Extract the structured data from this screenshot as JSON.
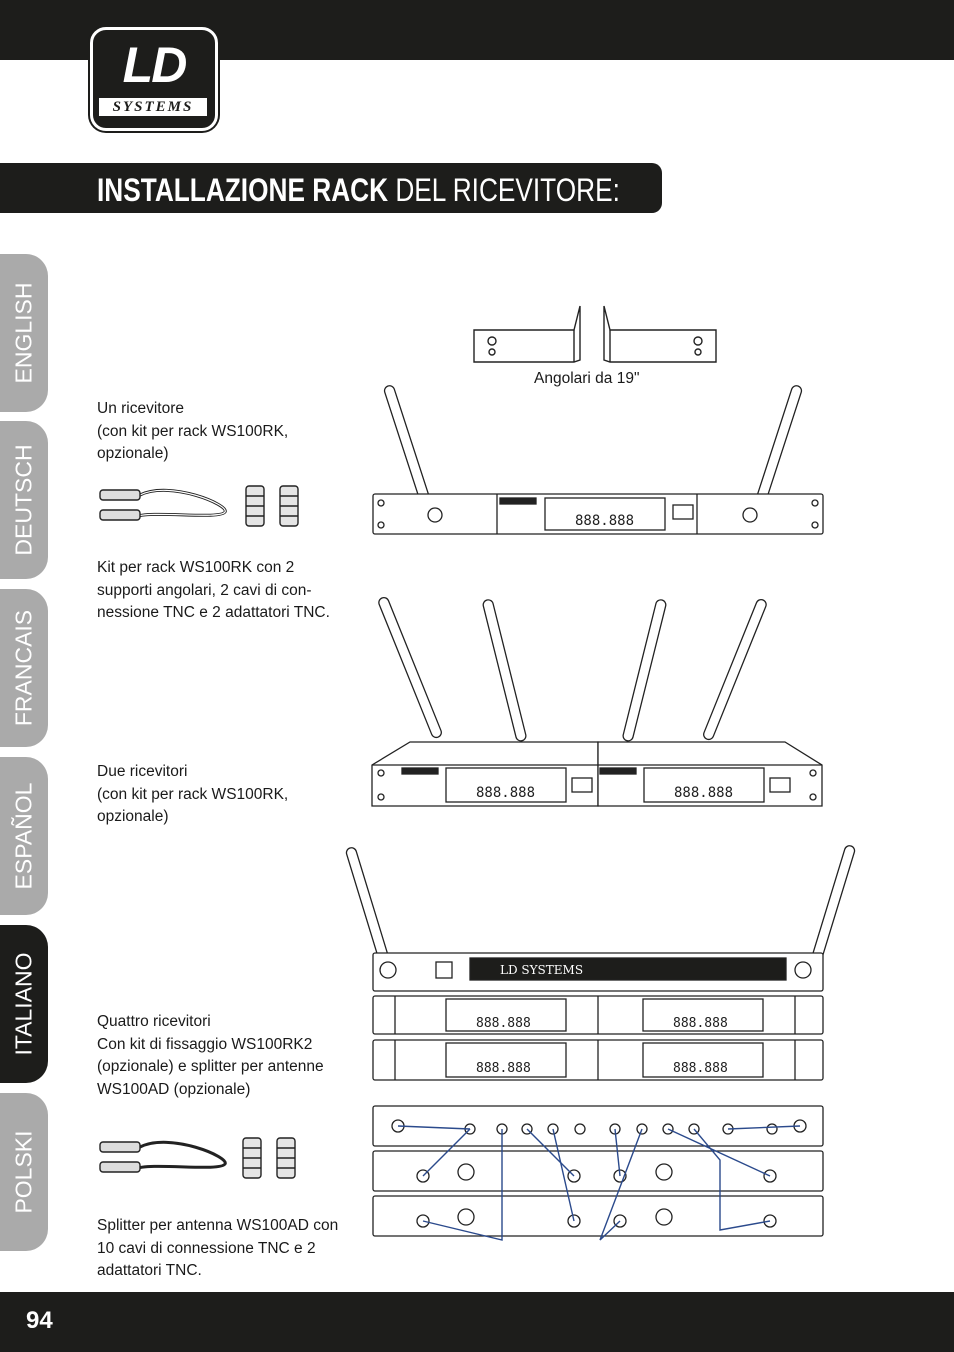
{
  "brand": {
    "logo_main": "LD",
    "logo_sub": "SYSTEMS"
  },
  "title": {
    "bold": "INSTALLAZIONE RACK",
    "light": "DEL RICEVITORE:"
  },
  "tabs": [
    {
      "label": "ENGLISH",
      "active": false
    },
    {
      "label": "DEUTSCH",
      "active": false
    },
    {
      "label": "FRANCAIS",
      "active": false
    },
    {
      "label": "ESPAÑOL",
      "active": false
    },
    {
      "label": "ITALIANO",
      "active": true
    },
    {
      "label": "POLSKI",
      "active": false
    }
  ],
  "figures": {
    "brackets_caption": "Angolari da 19\""
  },
  "sections": {
    "one": {
      "lines": [
        "Un ricevitore",
        "(con kit per rack WS100RK,",
        "opzionale)"
      ],
      "kit_lines": [
        "Kit per rack WS100RK con 2",
        "supporti angolari, 2 cavi di con-",
        "nessione TNC e 2 adattatori TNC."
      ]
    },
    "two": {
      "lines": [
        "Due ricevitori",
        "(con kit per rack WS100RK,",
        "opzionale)"
      ]
    },
    "four": {
      "lines": [
        "Quattro ricevitori",
        "Con kit di fissaggio WS100RK2",
        "(opzionale) e splitter per antenne",
        "WS100AD (opzionale)"
      ],
      "splitter_lines": [
        "Splitter per antenna WS100AD con",
        "10 cavi di connessione TNC e 2",
        "adattatori TNC."
      ]
    }
  },
  "page_number": "94",
  "colors": {
    "dark": "#1d1d1b",
    "tab_inactive": "#aaaaaa",
    "cable_blue": "#2b4a8c"
  }
}
